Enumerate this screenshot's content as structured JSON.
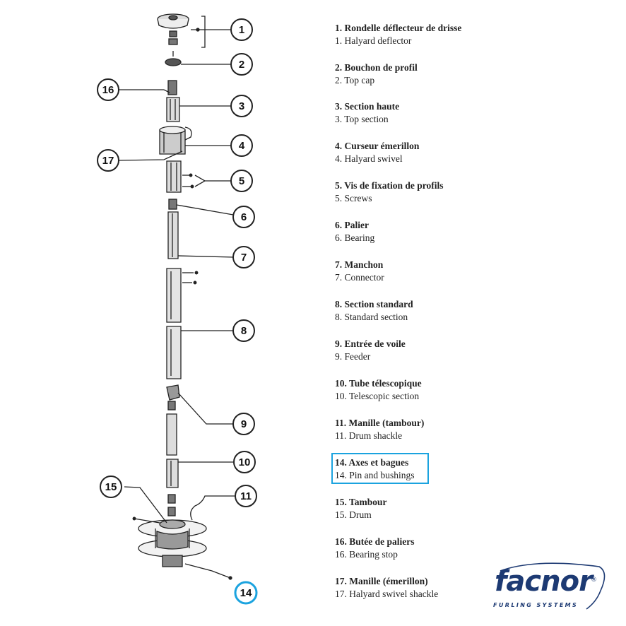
{
  "callouts": [
    {
      "label": "1"
    },
    {
      "label": "2"
    },
    {
      "label": "16"
    },
    {
      "label": "3"
    },
    {
      "label": "4"
    },
    {
      "label": "17"
    },
    {
      "label": "5"
    },
    {
      "label": "6"
    },
    {
      "label": "7"
    },
    {
      "label": "8"
    },
    {
      "label": "9"
    },
    {
      "label": "10"
    },
    {
      "label": "15"
    },
    {
      "label": "11"
    },
    {
      "label": "14"
    }
  ],
  "legend": [
    {
      "fr": "1. Rondelle déflecteur de drisse",
      "en": "1. Halyard deflector"
    },
    {
      "fr": "2. Bouchon de profil",
      "en": "2. Top cap"
    },
    {
      "fr": "3. Section haute",
      "en": "3. Top section"
    },
    {
      "fr": "4. Curseur émerillon",
      "en": "4. Halyard swivel"
    },
    {
      "fr": "5. Vis de fixation de profils",
      "en": "5. Screws"
    },
    {
      "fr": "6. Palier",
      "en": "6. Bearing"
    },
    {
      "fr": "7. Manchon",
      "en": "7. Connector"
    },
    {
      "fr": "8. Section standard",
      "en": "8. Standard section"
    },
    {
      "fr": "9. Entrée de voile",
      "en": "9. Feeder"
    },
    {
      "fr": "10. Tube télescopique",
      "en": "10. Telescopic section"
    },
    {
      "fr": "11. Manille (tambour)",
      "en": "11. Drum shackle"
    },
    {
      "fr": "14. Axes et bagues",
      "en": "14. Pin and bushings"
    },
    {
      "fr": "15. Tambour",
      "en": "15. Drum"
    },
    {
      "fr": "16. Butée de paliers",
      "en": "16. Bearing stop"
    },
    {
      "fr": "17. Manille (émerillon)",
      "en": "17. Halyard swivel shackle"
    }
  ],
  "highlighted_item": "14. Axes et bagues",
  "highlight_color": "#1ba3df",
  "brand": {
    "name": "facnor",
    "tagline": "FURLING SYSTEMS",
    "color": "#1d3a73"
  }
}
